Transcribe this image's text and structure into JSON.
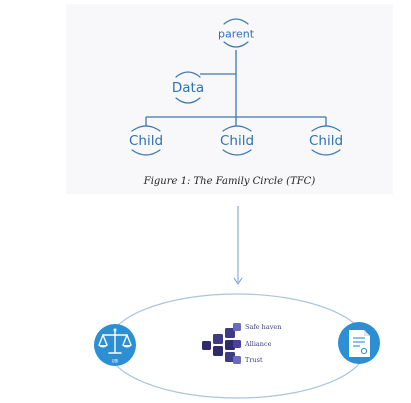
{
  "diagram": {
    "nodes": {
      "parent": "parent",
      "data": "Data",
      "children": [
        "Child",
        "Child",
        "Child"
      ]
    },
    "caption": "Figure 1: The Family Circle (TFC)"
  },
  "bottom": {
    "left_icon": {
      "name": "scales-of-justice-icon",
      "label": "UBI"
    },
    "right_icon": {
      "name": "certificate-document-icon"
    },
    "legend": [
      "Safe haven",
      "Alliance",
      "Trust"
    ]
  },
  "colors": {
    "node_text": "#2b73b6",
    "connector": "#3a78b5",
    "icon_blue": "#2d8fd3",
    "ellipse": "#a9c4de",
    "dot_dark": "#2e2a6b",
    "dot_mid": "#3e3a86",
    "arrow": "#6f9ccc"
  }
}
